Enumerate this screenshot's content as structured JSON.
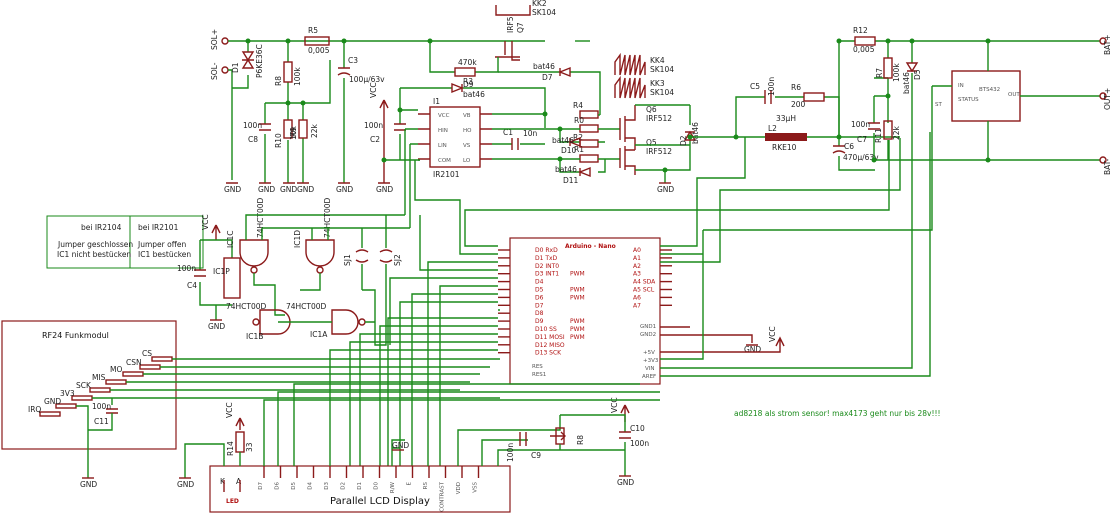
{
  "power_labels": {
    "sol_plus": "SOL+",
    "sol_minus": "SOL-",
    "bat_plus": "BAT+",
    "out_plus": "OUT+",
    "bat_minus": "BAT-",
    "vcc": "VCC",
    "gnd": "GND"
  },
  "components": {
    "d1": "D1",
    "d1_val": "P6KE36C",
    "r5": "R5",
    "r5_val": "0,005",
    "r8": "R8",
    "r8_val": "100k",
    "r10": "R10",
    "r10_val": "10k",
    "r9": "R9",
    "r9_val": "22k",
    "c3": "C3",
    "c3_val": "100µ/63v",
    "c8": "C8",
    "c8_val": "100n",
    "q7": "Q7",
    "q7_val": "IRF5",
    "kk2": "KK2",
    "kk2_val": "SK104",
    "r3": "R3",
    "r3_val": "470k",
    "d7": "D7",
    "d7_val": "bat46",
    "d9": "D9",
    "d9_val": "bat46",
    "ic_driver": "I1",
    "ic_driver_val": "IR2101",
    "c2": "C2",
    "c2_val": "100n",
    "c1": "C1",
    "c1_val": "10n",
    "r4": "R4",
    "r0": "R0",
    "r1": "R1",
    "r2": "R2",
    "d10": "D10",
    "d10_val": "bat46",
    "d11": "D11",
    "d11_val": "bat46",
    "q6": "Q6",
    "q6_val": "IRF512",
    "q5": "Q5",
    "q5_val": "IRF512",
    "kk4": "KK4",
    "kk4_val": "SK104",
    "kk3": "KK3",
    "kk3_val": "SK104",
    "d2": "D2",
    "d2_val": "bat46",
    "c5": "C5",
    "c5_val": "100n",
    "r6": "R6",
    "r6_val": "200",
    "l2": "L2",
    "l2_val": "RKE10",
    "l2_ind": "33µH",
    "c6": "C6",
    "c6_val": "470µ/63v",
    "r12": "R12",
    "r12_val": "0,005",
    "r7": "R7",
    "r7_val": "100k",
    "r11": "R11",
    "r11_val": "22k",
    "c7": "C7",
    "c7_val": "100n",
    "d5": "D5",
    "d5_val": "bat46",
    "bts": "BTS432",
    "ic1": "IC1",
    "ic1_val": "74HCT00D",
    "ic1a": "IC1A",
    "ic1b": "IC1B",
    "ic1c": "IC1C",
    "ic1d": "IC1D",
    "ic1p": "IC1P",
    "c4": "C4",
    "c4_val": "100n",
    "sj1": "SJ1",
    "sj2": "SJ2",
    "c11": "C11",
    "c11_val": "100n",
    "c9": "C9",
    "c9_val": "100n",
    "r8b": "R8",
    "c10": "C10",
    "c10_val": "100n",
    "r14": "R14",
    "r14_val": "33"
  },
  "ir2101_pins": [
    "VCC",
    "HIN",
    "LIN",
    "COM",
    "VB",
    "HO",
    "VS",
    "LO"
  ],
  "bts_pins": {
    "in": "IN",
    "status": "STATUS",
    "out": "OUT",
    "st": "ST"
  },
  "jumper_table": {
    "col1_head": "bei IR2104",
    "col1_body1": "Jumper geschlossen",
    "col1_body2": "IC1 nicht bestücken",
    "col2_head": "bei IR2101",
    "col2_body1": "Jumper offen",
    "col2_body2": "IC1 bestücken"
  },
  "rf24": {
    "title": "RF24 Funkmodul",
    "pins": [
      "CS",
      "CSN",
      "MO",
      "MIS",
      "SCK",
      "3V3",
      "GND",
      "IRQ"
    ]
  },
  "arduino": {
    "title": "Arduino - Nano",
    "left_pins": [
      "D0 RxD",
      "D1 TxD",
      "D2 INT0",
      "D3 INT1",
      "D4",
      "D5",
      "D6",
      "D7",
      "D8",
      "D9",
      "D10 SS",
      "D11 MOSI",
      "D12 MISO",
      "D13 SCK"
    ],
    "pwm_label": "PWM",
    "right_pins": [
      "A0",
      "A1",
      "A2",
      "A3",
      "A4 SDA",
      "A5 SCL",
      "A6",
      "A7"
    ],
    "gnd1": "GND1",
    "gnd2": "GND2",
    "p5v": "+5V",
    "p3v3": "+3V3",
    "vin": "VIN",
    "aref": "AREF",
    "res": "RES",
    "res1": "RES1"
  },
  "lcd": {
    "title": "Parallel LCD Display",
    "pins": [
      "D7",
      "D6",
      "D5",
      "D4",
      "D3",
      "D2",
      "D1",
      "D0",
      "R/W",
      "E",
      "RS",
      "CONTRAST",
      "VDD",
      "VSS"
    ],
    "led": "LED",
    "k": "K",
    "a": "A"
  },
  "note": "ad8218 als strom sensor! max4173 geht nur bis 28v!!!"
}
